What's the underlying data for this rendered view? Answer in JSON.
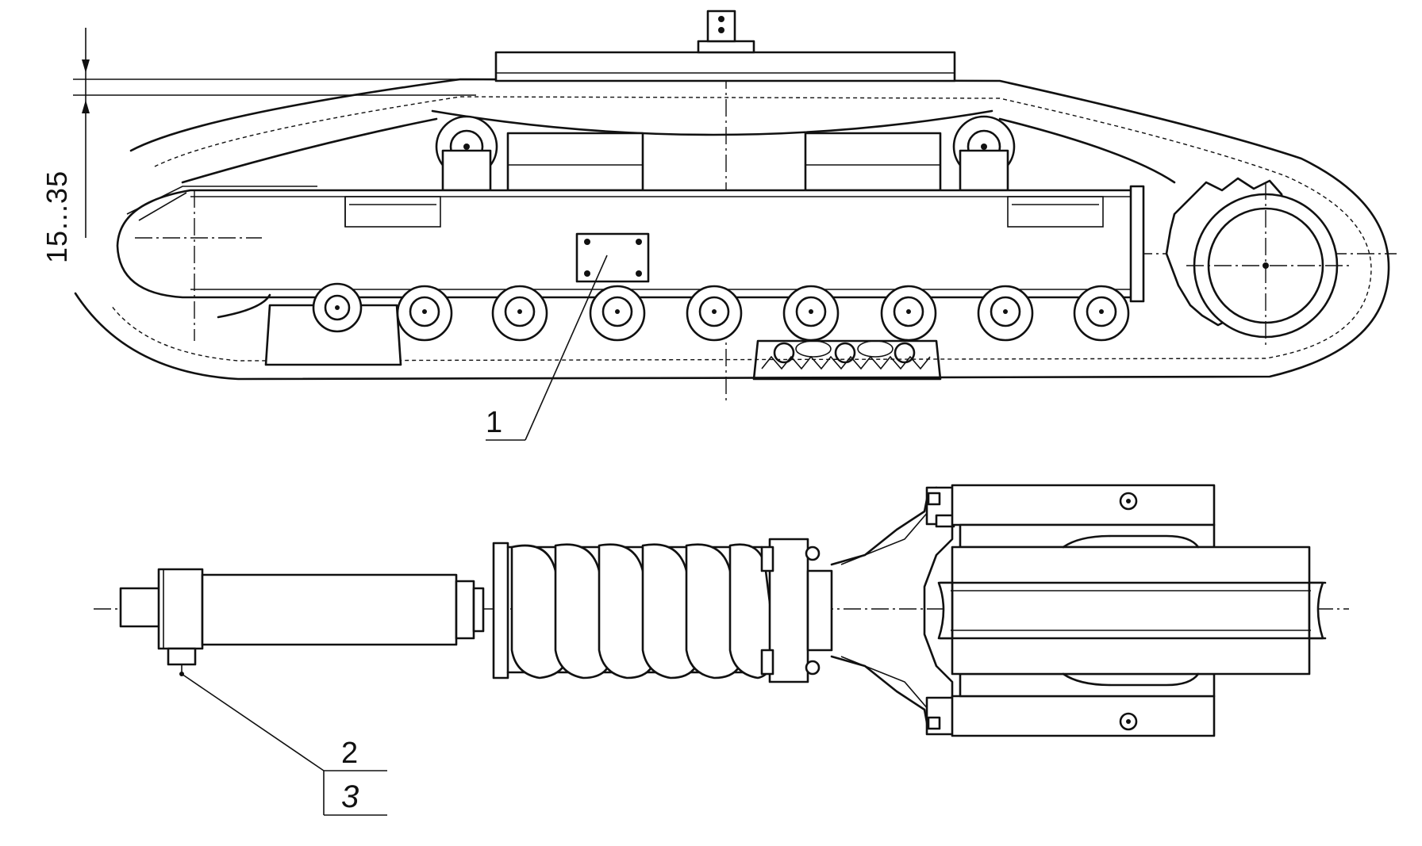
{
  "dimension": {
    "label": "15...35"
  },
  "callouts": [
    {
      "id": "1",
      "text": "1"
    },
    {
      "id": "2",
      "text": "2"
    },
    {
      "id": "3",
      "text": "3"
    }
  ],
  "colors": {
    "line": "#111111",
    "paper": "#ffffff"
  }
}
